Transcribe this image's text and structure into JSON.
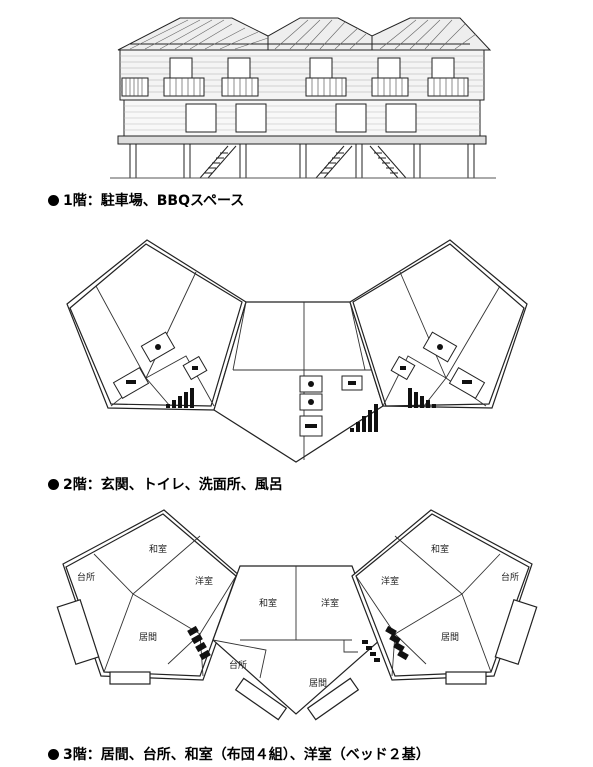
{
  "floor1": {
    "bullet": "●",
    "caption": "1階：駐車場、BBQスペース"
  },
  "floor2": {
    "bullet": "●",
    "caption": "2階：玄関、トイレ、洗面所、風呂"
  },
  "floor3": {
    "bullet": "●",
    "caption": "3階：居間、台所、和室（布団４組）、洋室（ベッド２基）",
    "rooms": {
      "left_washitsu": "和室",
      "left_daidokoro": "台所",
      "left_youshitsu": "洋室",
      "left_ima": "居間",
      "center_washitsu": "和室",
      "center_youshitsu": "洋室",
      "center_daidokoro": "台所",
      "center_ima": "居間",
      "right_youshitsu": "洋室",
      "right_washitsu": "和室",
      "right_daidokoro": "台所",
      "right_ima": "居間"
    }
  }
}
